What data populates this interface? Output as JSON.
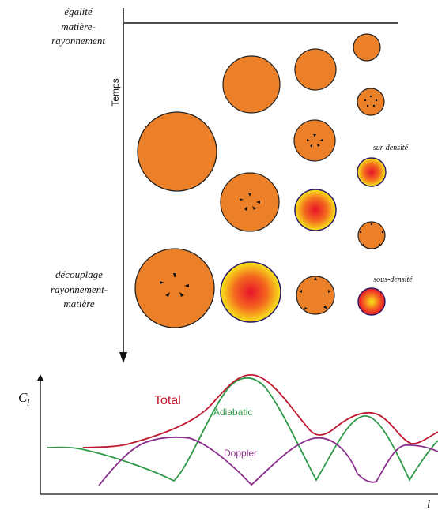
{
  "labels": {
    "egalite_lines": [
      "égalité",
      "matière-",
      "rayonnement"
    ],
    "decouplage_lines": [
      "découplage",
      "rayonnement-",
      "matière"
    ],
    "temps": "Temps",
    "sur_densite": "sur-densité",
    "sous_densite": "sous-densité"
  },
  "plot": {
    "y_label_main": "C",
    "y_label_sub": "l",
    "x_label": "l",
    "series_total": "Total",
    "series_adiabatic": "Adiabatic",
    "series_doppler": "Doppler"
  },
  "colors": {
    "orange": "#ec8029",
    "outline": "#222222",
    "gradient_center": "#e8132b",
    "gradient_mid": "#f46a1e",
    "gradient_edge": "#f7e61a",
    "total": "#c0182f",
    "adiabatic": "#2e9a47",
    "doppler": "#8b2d8c",
    "axis": "#111111"
  }
}
